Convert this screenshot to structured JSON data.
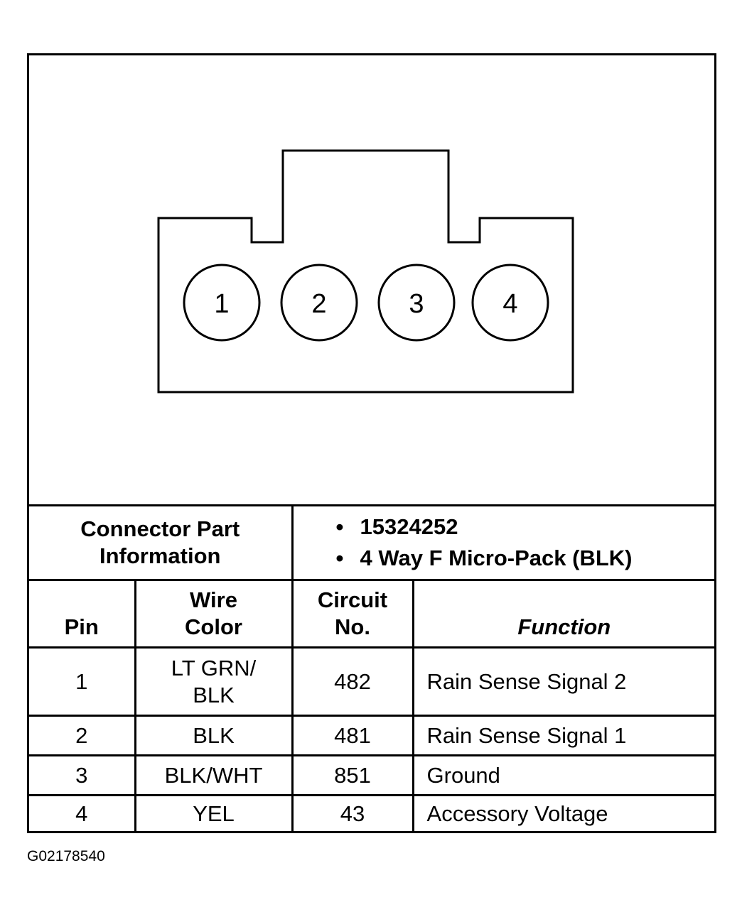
{
  "connector": {
    "pins": [
      {
        "label": "1"
      },
      {
        "label": "2"
      },
      {
        "label": "3"
      },
      {
        "label": "4"
      }
    ]
  },
  "part_info": {
    "label_line1": "Connector Part",
    "label_line2": "Information",
    "items": [
      "15324252",
      "4 Way F Micro-Pack (BLK)"
    ],
    "bullet": "•"
  },
  "table": {
    "headers": {
      "pin": "Pin",
      "wire_color_line1": "Wire",
      "wire_color_line2": "Color",
      "circuit_line1": "Circuit",
      "circuit_line2": "No.",
      "function": "Function"
    },
    "rows": [
      {
        "pin": "1",
        "wire_line1": "LT GRN/",
        "wire_line2": "BLK",
        "circuit": "482",
        "function": "Rain Sense Signal 2"
      },
      {
        "pin": "2",
        "wire_line1": "BLK",
        "wire_line2": "",
        "circuit": "481",
        "function": "Rain Sense Signal 1"
      },
      {
        "pin": "3",
        "wire_line1": "BLK/WHT",
        "wire_line2": "",
        "circuit": "851",
        "function": "Ground"
      },
      {
        "pin": "4",
        "wire_line1": "YEL",
        "wire_line2": "",
        "circuit": "43",
        "function": "Accessory Voltage"
      }
    ]
  },
  "figure_id": "G02178540"
}
